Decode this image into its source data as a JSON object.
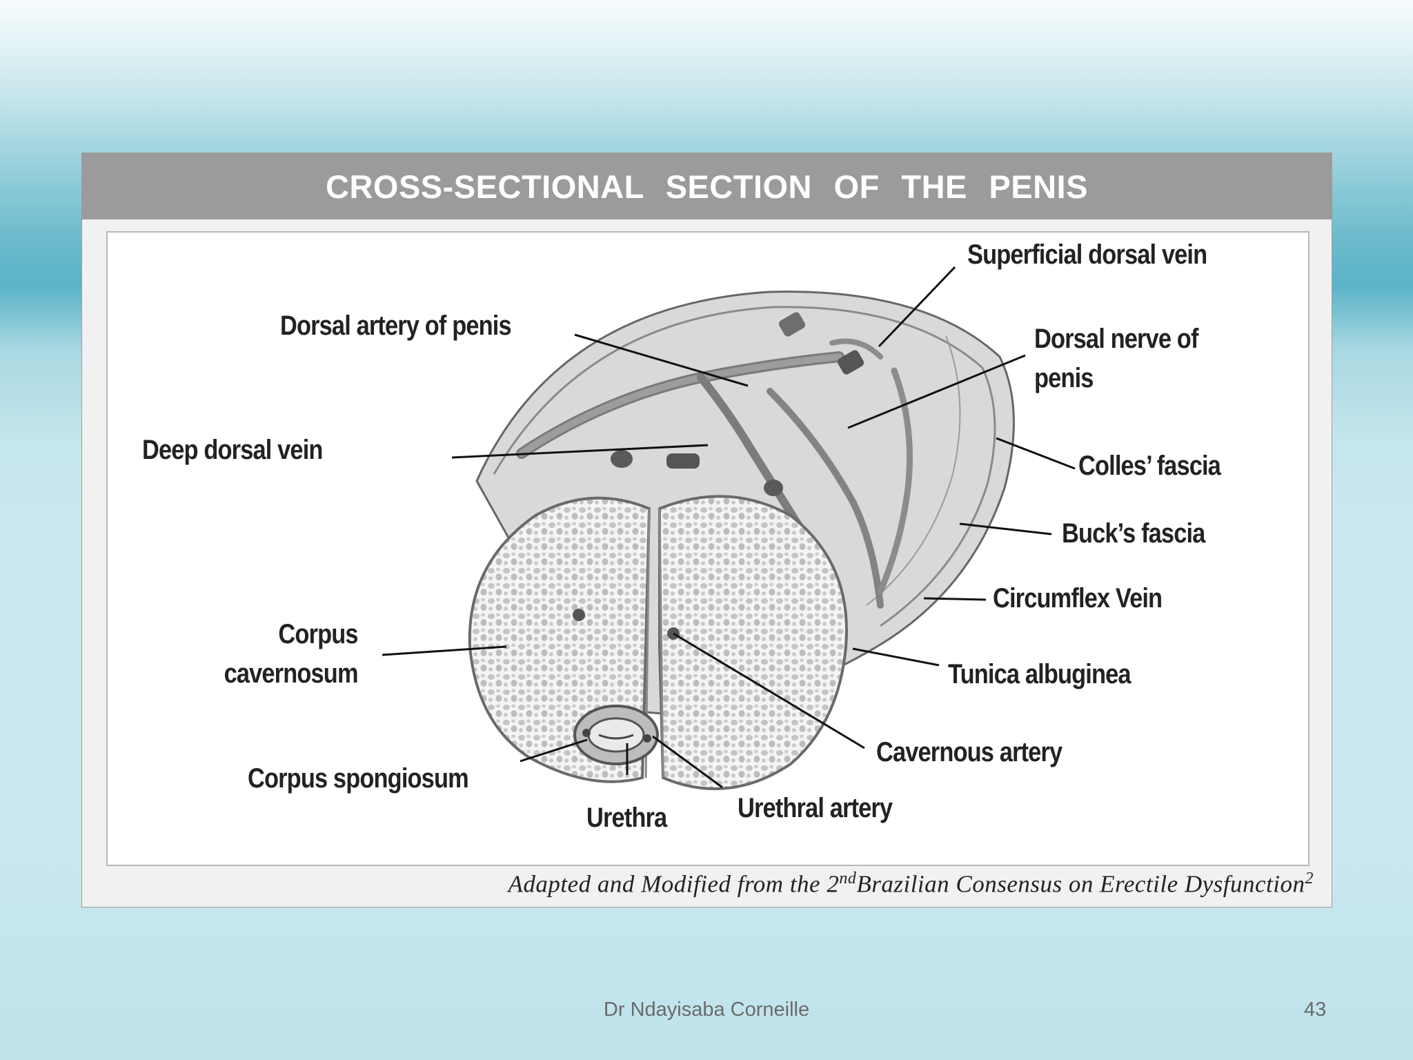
{
  "slide": {
    "title": "CROSS-SECTIONAL  SECTION  OF  THE  PENIS",
    "author": "Dr Ndayisaba Corneille",
    "page_number": "43"
  },
  "diagram": {
    "labels": {
      "superficial_dorsal_vein": "Superficial dorsal vein",
      "dorsal_artery": "Dorsal artery of penis",
      "dorsal_nerve": "Dorsal nerve of\npenis",
      "deep_dorsal_vein": "Deep dorsal vein",
      "colles_fascia": "Colles’ fascia",
      "bucks_fascia": "Buck’s fascia",
      "circumflex_vein": "Circumflex Vein",
      "corpus_cavernosum": "Corpus\ncavernosum",
      "tunica_albuginea": "Tunica albuginea",
      "cavernous_artery": "Cavernous artery",
      "corpus_spongiosum": "Corpus spongiosum",
      "urethra": "Urethra",
      "urethral_artery": "Urethral artery"
    },
    "citation": {
      "before": "Adapted and Modified from the 2",
      "sup": "nd",
      "after": "Brazilian Consensus on Erectile Dysfunction",
      "ref": "2"
    }
  }
}
